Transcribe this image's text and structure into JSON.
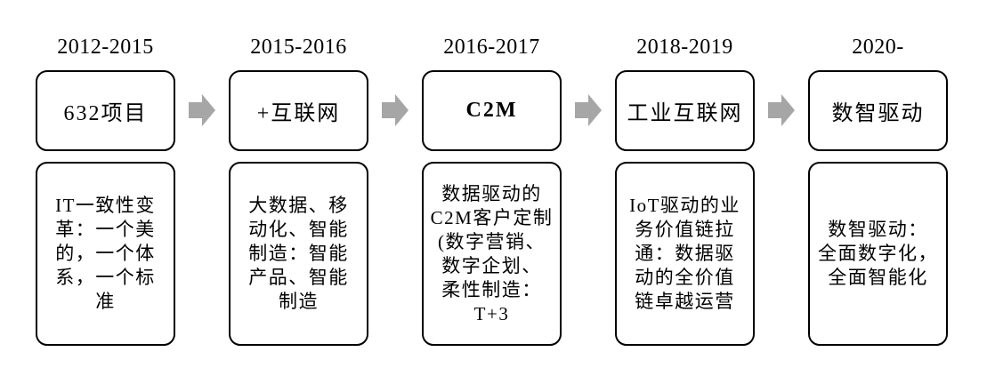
{
  "diagram": {
    "arrow_color": "#a6a6a6",
    "box_border_color": "#000000",
    "background_color": "#ffffff",
    "stages": [
      {
        "period": "2012-2015",
        "label": "632项目",
        "description": "IT一致性变\n革：一个美\n的，一个体\n系，一个标\n准"
      },
      {
        "period": "2015-2016",
        "label": "+互联网",
        "description": "大数据、移\n动化、智能\n制造：智能\n产品、智能\n制造"
      },
      {
        "period": "2016-2017",
        "label": "C2M",
        "description": "数据驱动的\nC2M客户定制\n(数字营销、\n数字企划、\n柔性制造：\nT+3"
      },
      {
        "period": "2018-2019",
        "label": "工业互联网",
        "description": "IoT驱动的业\n务价值链拉\n通：数据驱\n动的全价值\n链卓越运营"
      },
      {
        "period": "2020-",
        "label": "数智驱动",
        "description": "数智驱动：\n全面数字化，\n全面智能化"
      }
    ]
  }
}
